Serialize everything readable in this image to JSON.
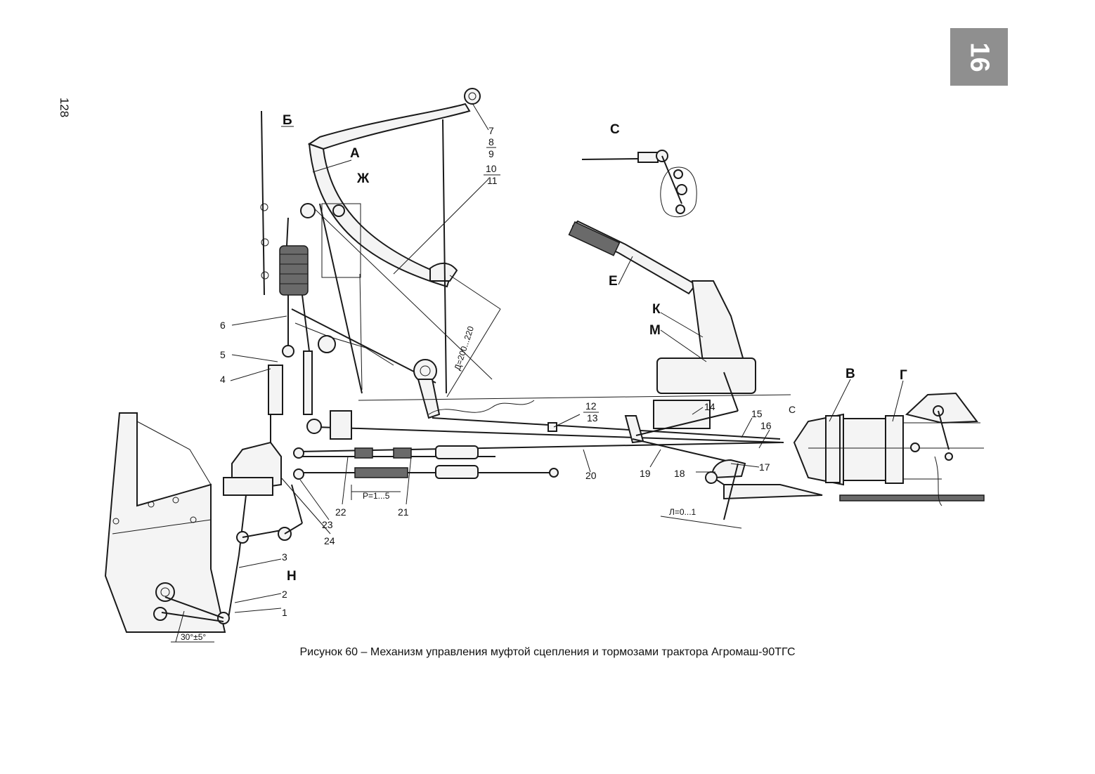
{
  "page_number": "128",
  "chapter_tab": "16",
  "caption": "Рисунок 60 – Механизм управления муфтой сцепления и тормозами трактора Агромаш-90ТГС",
  "letter_labels": {
    "B": "Б",
    "A": "А",
    "Zh": "Ж",
    "C_view": "С",
    "E": "Е",
    "K": "К",
    "M": "М",
    "V": "В",
    "G": "Г",
    "C_arrow": "С",
    "N": "Н"
  },
  "number_labels": {
    "n1": "1",
    "n2": "2",
    "n3": "3",
    "n4": "4",
    "n5": "5",
    "n6": "6",
    "n7": "7",
    "n8": "8",
    "n9": "9",
    "n10": "10",
    "n11": "11",
    "n12": "12",
    "n13": "13",
    "n14": "14",
    "n15": "15",
    "n16": "16",
    "n17": "17",
    "n18": "18",
    "n19": "19",
    "n20": "20",
    "n21": "21",
    "n22": "22",
    "n23": "23",
    "n24": "24"
  },
  "dimension_labels": {
    "d": "Д=200...220",
    "p": "Р=1...5",
    "l": "Л=0...1",
    "angle": "30°±5°"
  }
}
